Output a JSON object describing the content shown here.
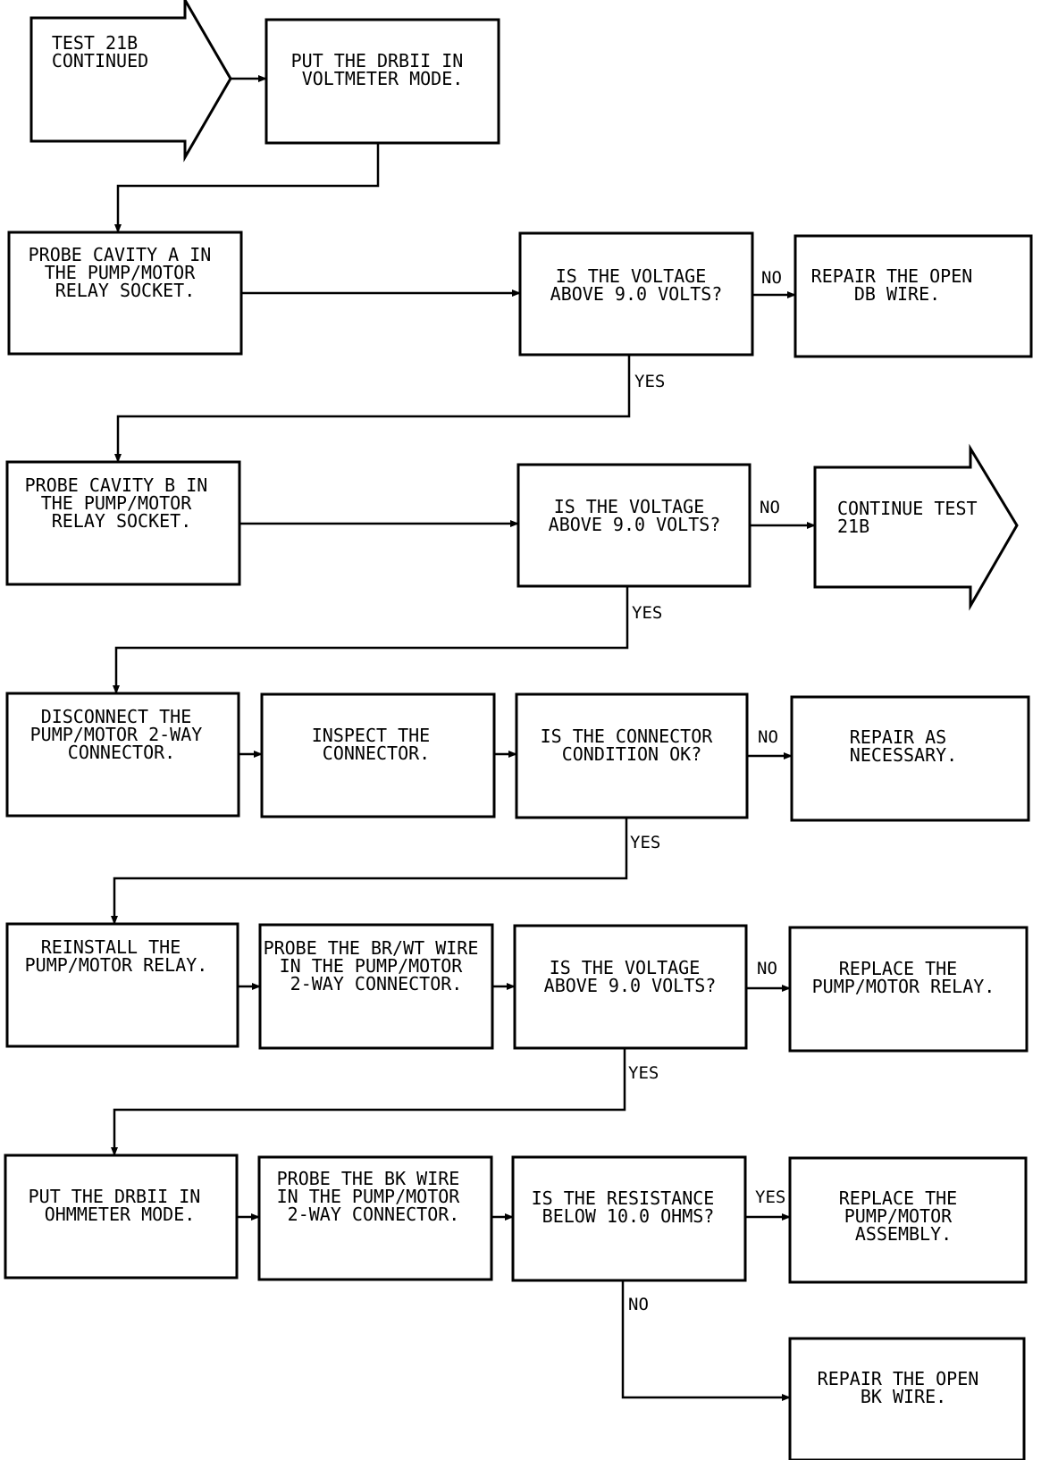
{
  "start": {
    "lines": [
      "TEST 21B",
      "CONTINUED"
    ]
  },
  "steps": {
    "voltmeter_mode": {
      "lines": [
        "PUT THE DRBII IN",
        "VOLTMETER MODE."
      ]
    },
    "probe_cavity_a": {
      "lines": [
        "PROBE CAVITY A IN",
        "THE PUMP/MOTOR",
        "RELAY SOCKET."
      ]
    },
    "q_voltage_1": {
      "lines": [
        "IS THE VOLTAGE",
        "ABOVE 9.0 VOLTS?"
      ]
    },
    "repair_db_wire": {
      "lines": [
        "REPAIR THE OPEN",
        "DB WIRE."
      ]
    },
    "probe_cavity_b": {
      "lines": [
        "PROBE CAVITY B IN",
        "THE PUMP/MOTOR",
        "RELAY SOCKET."
      ]
    },
    "q_voltage_2": {
      "lines": [
        "IS THE VOLTAGE",
        "ABOVE 9.0 VOLTS?"
      ]
    },
    "continue_test": {
      "lines": [
        "CONTINUE TEST",
        "21B"
      ]
    },
    "disconnect_connector": {
      "lines": [
        "DISCONNECT THE",
        "PUMP/MOTOR 2-WAY",
        "CONNECTOR."
      ]
    },
    "inspect_connector": {
      "lines": [
        "INSPECT THE",
        "CONNECTOR."
      ]
    },
    "q_connector_ok": {
      "lines": [
        "IS THE CONNECTOR",
        "CONDITION OK?"
      ]
    },
    "repair_as_necessary": {
      "lines": [
        "REPAIR AS",
        "NECESSARY."
      ]
    },
    "reinstall_relay": {
      "lines": [
        "REINSTALL THE",
        "PUMP/MOTOR RELAY."
      ]
    },
    "probe_br_wt": {
      "lines": [
        "PROBE THE BR/WT WIRE",
        "IN THE PUMP/MOTOR",
        "2-WAY CONNECTOR."
      ]
    },
    "q_voltage_3": {
      "lines": [
        "IS THE VOLTAGE",
        "ABOVE 9.0 VOLTS?"
      ]
    },
    "replace_relay": {
      "lines": [
        "REPLACE THE",
        "PUMP/MOTOR RELAY."
      ]
    },
    "ohmmeter_mode": {
      "lines": [
        "PUT THE DRBII IN",
        "OHMMETER MODE."
      ]
    },
    "probe_bk": {
      "lines": [
        "PROBE THE BK WIRE",
        "IN THE PUMP/MOTOR",
        "2-WAY CONNECTOR."
      ]
    },
    "q_resistance": {
      "lines": [
        "IS THE RESISTANCE",
        "BELOW 10.0 OHMS?"
      ]
    },
    "replace_assembly": {
      "lines": [
        "REPLACE THE",
        "PUMP/MOTOR",
        "ASSEMBLY."
      ]
    },
    "repair_bk_wire": {
      "lines": [
        "REPAIR THE OPEN",
        "BK WIRE."
      ]
    }
  },
  "edge_labels": {
    "q1_no": "NO",
    "q1_yes": "YES",
    "q2_no": "NO",
    "q2_yes": "YES",
    "q3_no": "NO",
    "q3_yes": "YES",
    "q4_no": "NO",
    "q4_yes": "YES",
    "q5_yes": "YES",
    "q5_no": "NO"
  }
}
